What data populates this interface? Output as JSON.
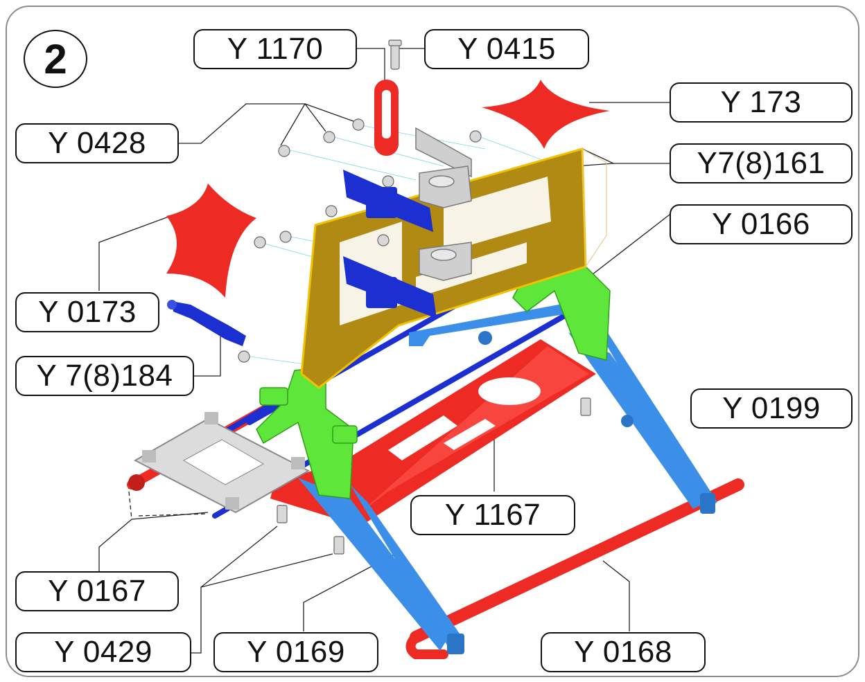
{
  "step_number": "2",
  "labels": {
    "y1170": "Y 1170",
    "y0415": "Y 0415",
    "y173": "Y 173",
    "y0428": "Y 0428",
    "y78161": "Y7(8)161",
    "y0166": "Y 0166",
    "y0173": "Y 0173",
    "y78184": "Y 7(8)184",
    "y0199": "Y 0199",
    "y1167": "Y 1167",
    "y0167": "Y 0167",
    "y0429": "Y 0429",
    "y0169": "Y 0169",
    "y0168": "Y 0168"
  },
  "colors": {
    "red_parts": "#ee2a24",
    "blue_parts": "#1c2fd0",
    "light_blue_parts": "#3b8fe8",
    "green_parts": "#5ee63a",
    "carbon_frame": "#b08a12",
    "grey_parts": "#c8c8c8",
    "border": "#8c8c8c"
  }
}
